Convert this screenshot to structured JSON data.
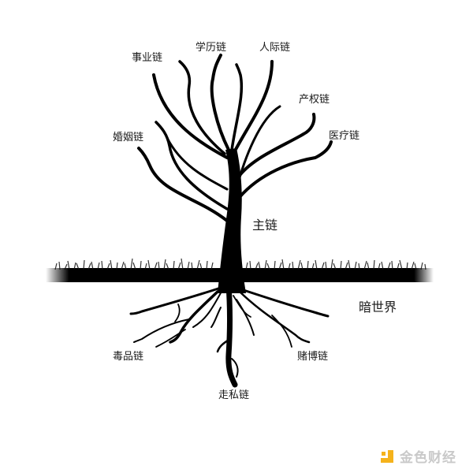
{
  "diagram": {
    "type": "tree-metaphor",
    "upper_section": {
      "trunk_label": "主链",
      "branches": [
        {
          "id": "career",
          "label": "事业链"
        },
        {
          "id": "education",
          "label": "学历链"
        },
        {
          "id": "social",
          "label": "人际链"
        },
        {
          "id": "property",
          "label": "产权链"
        },
        {
          "id": "marriage",
          "label": "婚姻链"
        },
        {
          "id": "medical",
          "label": "医疗链"
        }
      ]
    },
    "lower_section": {
      "region_label": "暗世界",
      "roots": [
        {
          "id": "drugs",
          "label": "毒品链"
        },
        {
          "id": "gambling",
          "label": "赌博链"
        },
        {
          "id": "smuggling",
          "label": "走私链"
        }
      ]
    },
    "divider": "grass-ground-line"
  },
  "watermark": {
    "text": "金色财经",
    "logo_color": "#f5b21b",
    "text_color": "#c9c9c9"
  }
}
